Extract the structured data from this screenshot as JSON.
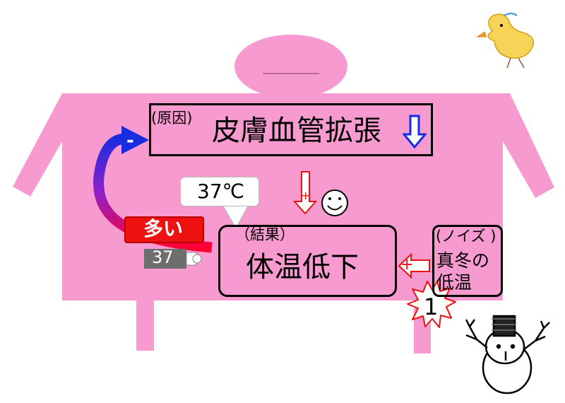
{
  "colors": {
    "body": "#f79ad0",
    "accent_red": "#ee1111",
    "accent_blue": "#1a2ce0",
    "purple": "#7020d0",
    "gray": "#6e6e6e"
  },
  "cause": {
    "prefix": "(原因)",
    "text": "皮膚血管拡張",
    "arrow_icon": "down-arrow-icon"
  },
  "feedback": {
    "sign": "-",
    "amount_label": "多い",
    "thermometer_value": "37"
  },
  "speech": {
    "text": "37℃"
  },
  "result": {
    "prefix": "（結果）",
    "text": "体温低下"
  },
  "noise": {
    "header": "(ノイズ )",
    "line1": "真冬の",
    "line2": "低温",
    "input_sign": "+"
  },
  "effect_sign": "+",
  "star_value": "1",
  "icons": [
    "smiley-icon",
    "chick-icon",
    "snowman-icon",
    "star-burst-icon",
    "thermometer-icon"
  ]
}
